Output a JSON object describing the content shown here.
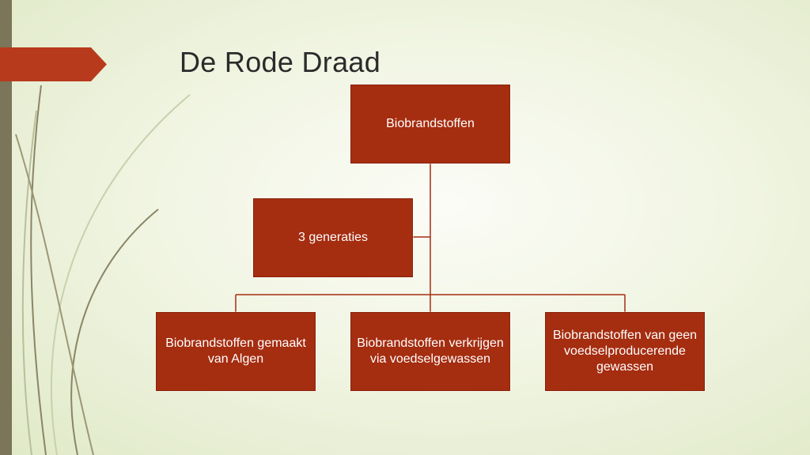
{
  "slide": {
    "title": "De Rode Draad"
  },
  "diagram": {
    "root": "Biobrandstoffen",
    "assistant": "3 generaties",
    "children": [
      "Biobrandstoffen gemaakt van Algen",
      "Biobrandstoffen verkrijgen via voedselgewassen",
      "Biobrandstoffen van geen voedselproducerende gewassen"
    ]
  },
  "colors": {
    "box_fill": "#a52d10",
    "connector": "#a52d10",
    "accent_bar": "#7b7559",
    "arrow": "#b83a1c"
  }
}
